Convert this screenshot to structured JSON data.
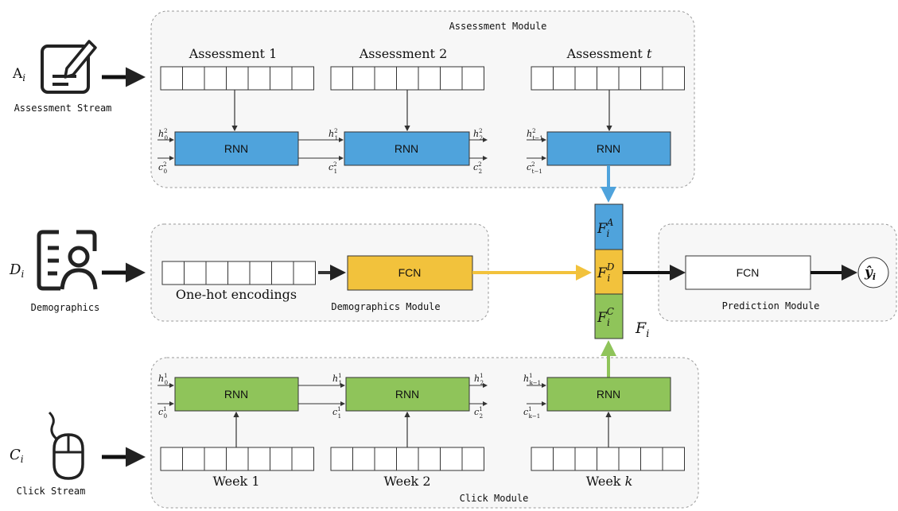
{
  "modules": {
    "assessment": "Assessment Module",
    "demographics": "Demographics Module",
    "click": "Click Module",
    "prediction": "Prediction Module"
  },
  "inputs": {
    "assessment": {
      "symbol": "A",
      "sub": "i",
      "label": "Assessment Stream",
      "icon": "pen-document-icon"
    },
    "demographics": {
      "symbol": "D",
      "sub": "i",
      "label": "Demographics",
      "icon": "user-profile-icon"
    },
    "click": {
      "symbol": "C",
      "sub": "i",
      "label": "Click Stream",
      "icon": "mouse-icon"
    }
  },
  "assessment_titles": {
    "a1": "Assessment 1",
    "a2": "Assessment 2",
    "at_prefix": "Assessment ",
    "at_var": "t"
  },
  "week_titles": {
    "w1": "Week 1",
    "w2": "Week 2",
    "wk_prefix": "Week ",
    "wk_var": "k"
  },
  "rnn_label": "RNN",
  "fcn_label": "FCN",
  "onehot_label": "One-hot encodings",
  "state_labels": {
    "assessment": {
      "h0": "h",
      "h0_sup": "2",
      "h0_sub": "0",
      "c0": "c",
      "c0_sup": "2",
      "c0_sub": "0",
      "h1": "h",
      "h1_sup": "2",
      "h1_sub": "1",
      "c1": "c",
      "c1_sup": "2",
      "c1_sub": "1",
      "h2": "h",
      "h2_sup": "2",
      "h2_sub": "2",
      "c2": "c",
      "c2_sup": "2",
      "c2_sub": "2",
      "ht": "h",
      "ht_sup": "2",
      "ht_sub": "t−1",
      "ct": "c",
      "ct_sup": "2",
      "ct_sub": "t−1"
    },
    "click": {
      "h0": "h",
      "h0_sup": "1",
      "h0_sub": "0",
      "c0": "c",
      "c0_sup": "1",
      "c0_sub": "0",
      "h1": "h",
      "h1_sup": "1",
      "h1_sub": "1",
      "c1": "c",
      "c1_sup": "1",
      "c1_sub": "1",
      "h2": "h",
      "h2_sup": "1",
      "h2_sub": "2",
      "c2": "c",
      "c2_sup": "1",
      "c2_sub": "2",
      "hk": "h",
      "hk_sup": "1",
      "hk_sub": "k−1",
      "ck": "c",
      "ck_sup": "1",
      "ck_sub": "k−1"
    }
  },
  "fused": {
    "fa": "F",
    "fa_sub": "i",
    "fa_sup": "A",
    "fd": "F",
    "fd_sub": "i",
    "fd_sup": "D",
    "fc": "F",
    "fc_sub": "i",
    "fc_sup": "C",
    "f": "F",
    "f_sub": "i"
  },
  "output": {
    "symbol": "ŷ",
    "sub": "i"
  },
  "colors": {
    "assessment_rnn": "#4fa3dc",
    "click_rnn": "#8fc45a",
    "fcn_demo": "#f2c23c",
    "fcn_pred": "#ffffff",
    "module_bg": "#f7f7f7",
    "module_border": "#9a9a9a"
  }
}
